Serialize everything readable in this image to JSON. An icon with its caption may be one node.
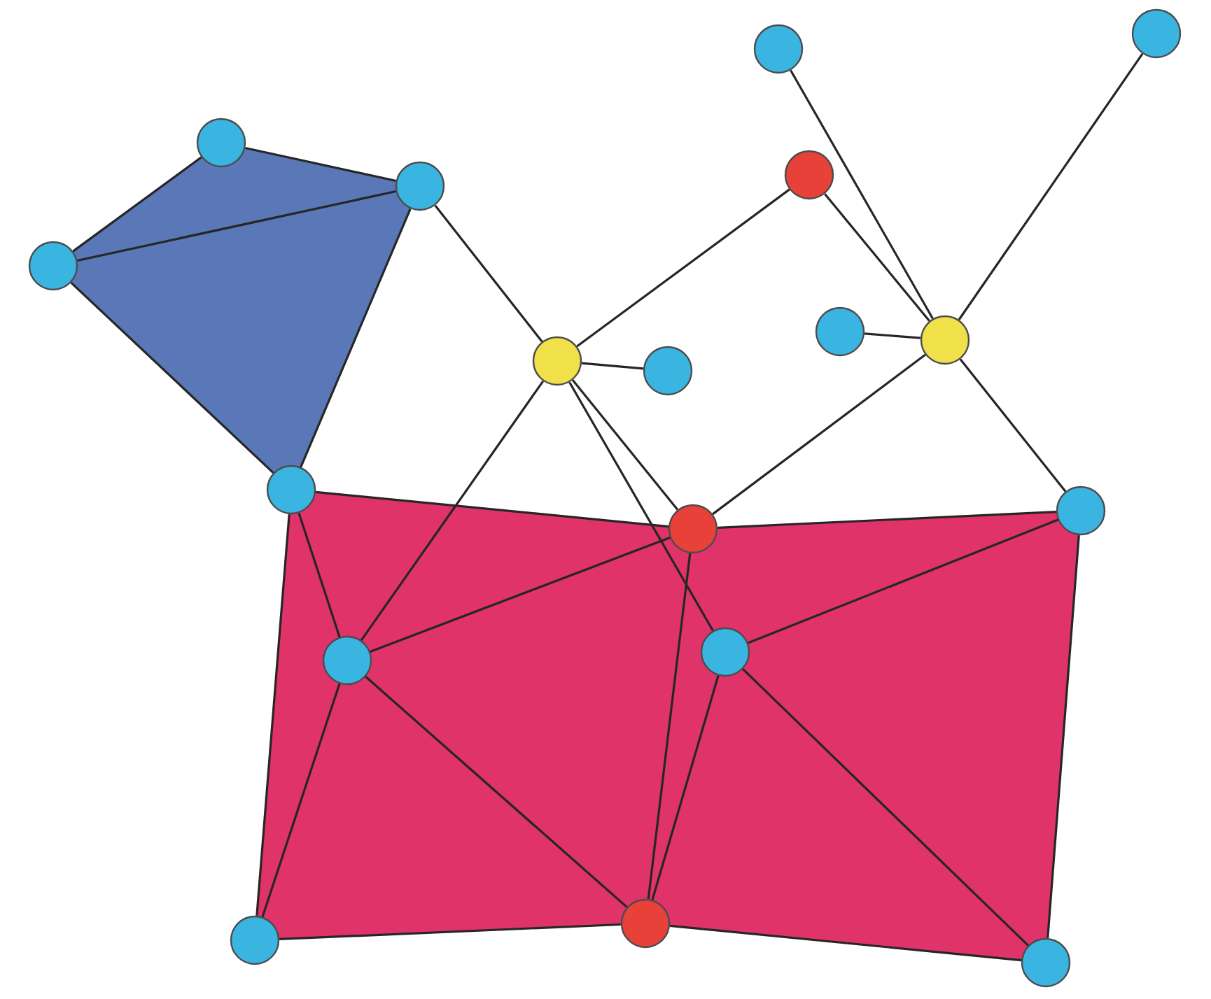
{
  "diagram": {
    "nodes": [
      {
        "text": [],
        "shape": "circle"
      },
      {
        "text": [],
        "shape": "circle"
      },
      {
        "text": [],
        "shape": "circle"
      },
      {
        "text": [],
        "shape": "circle"
      },
      {
        "text": [],
        "shape": "circle"
      },
      {
        "text": [],
        "shape": "circle"
      },
      {
        "text": [],
        "shape": "circle"
      },
      {
        "text": [],
        "shape": "circle"
      },
      {
        "text": [],
        "shape": "circle"
      },
      {
        "text": [],
        "shape": "circle"
      },
      {
        "text": [],
        "shape": "circle"
      },
      {
        "text": [],
        "shape": "circle"
      },
      {
        "text": [],
        "shape": "circle"
      },
      {
        "text": [],
        "shape": "circle"
      },
      {
        "text": [],
        "shape": "circle"
      },
      {
        "text": [],
        "shape": "circle"
      },
      {
        "text": [],
        "shape": "circle"
      },
      {
        "text": [],
        "shape": "circle"
      }
    ],
    "edges": [
      {
        "from": 0,
        "to": 1,
        "arrow": "none"
      },
      {
        "from": 0,
        "to": 2,
        "arrow": "none"
      },
      {
        "from": 2,
        "to": 1,
        "arrow": "none"
      },
      {
        "from": 1,
        "to": 3,
        "arrow": "none"
      },
      {
        "from": 2,
        "to": 3,
        "arrow": "none"
      },
      {
        "from": 1,
        "to": 7,
        "arrow": "none"
      },
      {
        "from": 7,
        "to": 8,
        "arrow": "none"
      },
      {
        "from": 7,
        "to": 6,
        "arrow": "none"
      },
      {
        "from": 7,
        "to": 13,
        "arrow": "none"
      },
      {
        "from": 7,
        "to": 12,
        "arrow": "none"
      },
      {
        "from": 7,
        "to": 14,
        "arrow": "none"
      },
      {
        "from": 4,
        "to": 10,
        "arrow": "none"
      },
      {
        "from": 6,
        "to": 10,
        "arrow": "none"
      },
      {
        "from": 5,
        "to": 10,
        "arrow": "none"
      },
      {
        "from": 9,
        "to": 10,
        "arrow": "none"
      },
      {
        "from": 10,
        "to": 12,
        "arrow": "none"
      },
      {
        "from": 10,
        "to": 11,
        "arrow": "none"
      },
      {
        "from": 3,
        "to": 12,
        "arrow": "none"
      },
      {
        "from": 12,
        "to": 11,
        "arrow": "none"
      },
      {
        "from": 11,
        "to": 17,
        "arrow": "none"
      },
      {
        "from": 17,
        "to": 16,
        "arrow": "none"
      },
      {
        "from": 16,
        "to": 15,
        "arrow": "none"
      },
      {
        "from": 15,
        "to": 3,
        "arrow": "none"
      },
      {
        "from": 3,
        "to": 13,
        "arrow": "none"
      },
      {
        "from": 13,
        "to": 15,
        "arrow": "none"
      },
      {
        "from": 13,
        "to": 12,
        "arrow": "none"
      },
      {
        "from": 13,
        "to": 16,
        "arrow": "none"
      },
      {
        "from": 12,
        "to": 16,
        "arrow": "none"
      },
      {
        "from": 14,
        "to": 16,
        "arrow": "none"
      },
      {
        "from": 14,
        "to": 11,
        "arrow": "none"
      },
      {
        "from": 14,
        "to": 17,
        "arrow": "none"
      }
    ]
  }
}
